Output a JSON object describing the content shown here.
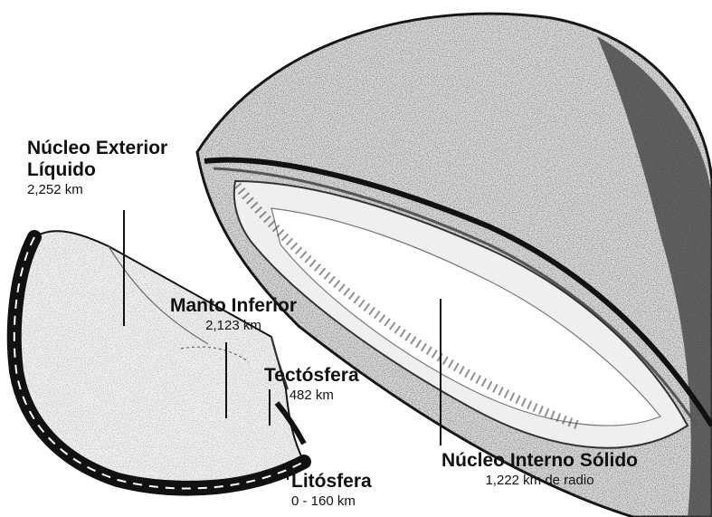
{
  "labels": {
    "outer_core": {
      "name_line1": "Núcleo Exterior",
      "name_line2": "Líquido",
      "value": "2,252 km"
    },
    "lower_mantle": {
      "name": "Manto Inferior",
      "value": "2,123 km"
    },
    "tectosphere": {
      "name": "Tectósfera",
      "value": "482 km"
    },
    "lithosphere": {
      "name": "Litósfera",
      "value": "0 - 160 km"
    },
    "inner_core": {
      "name": "Núcleo Interno Sólido",
      "value": "1,222 km de radio"
    }
  },
  "colors": {
    "ink": "#111111",
    "paper": "#ffffff",
    "speckle": "#8a8a8a"
  }
}
